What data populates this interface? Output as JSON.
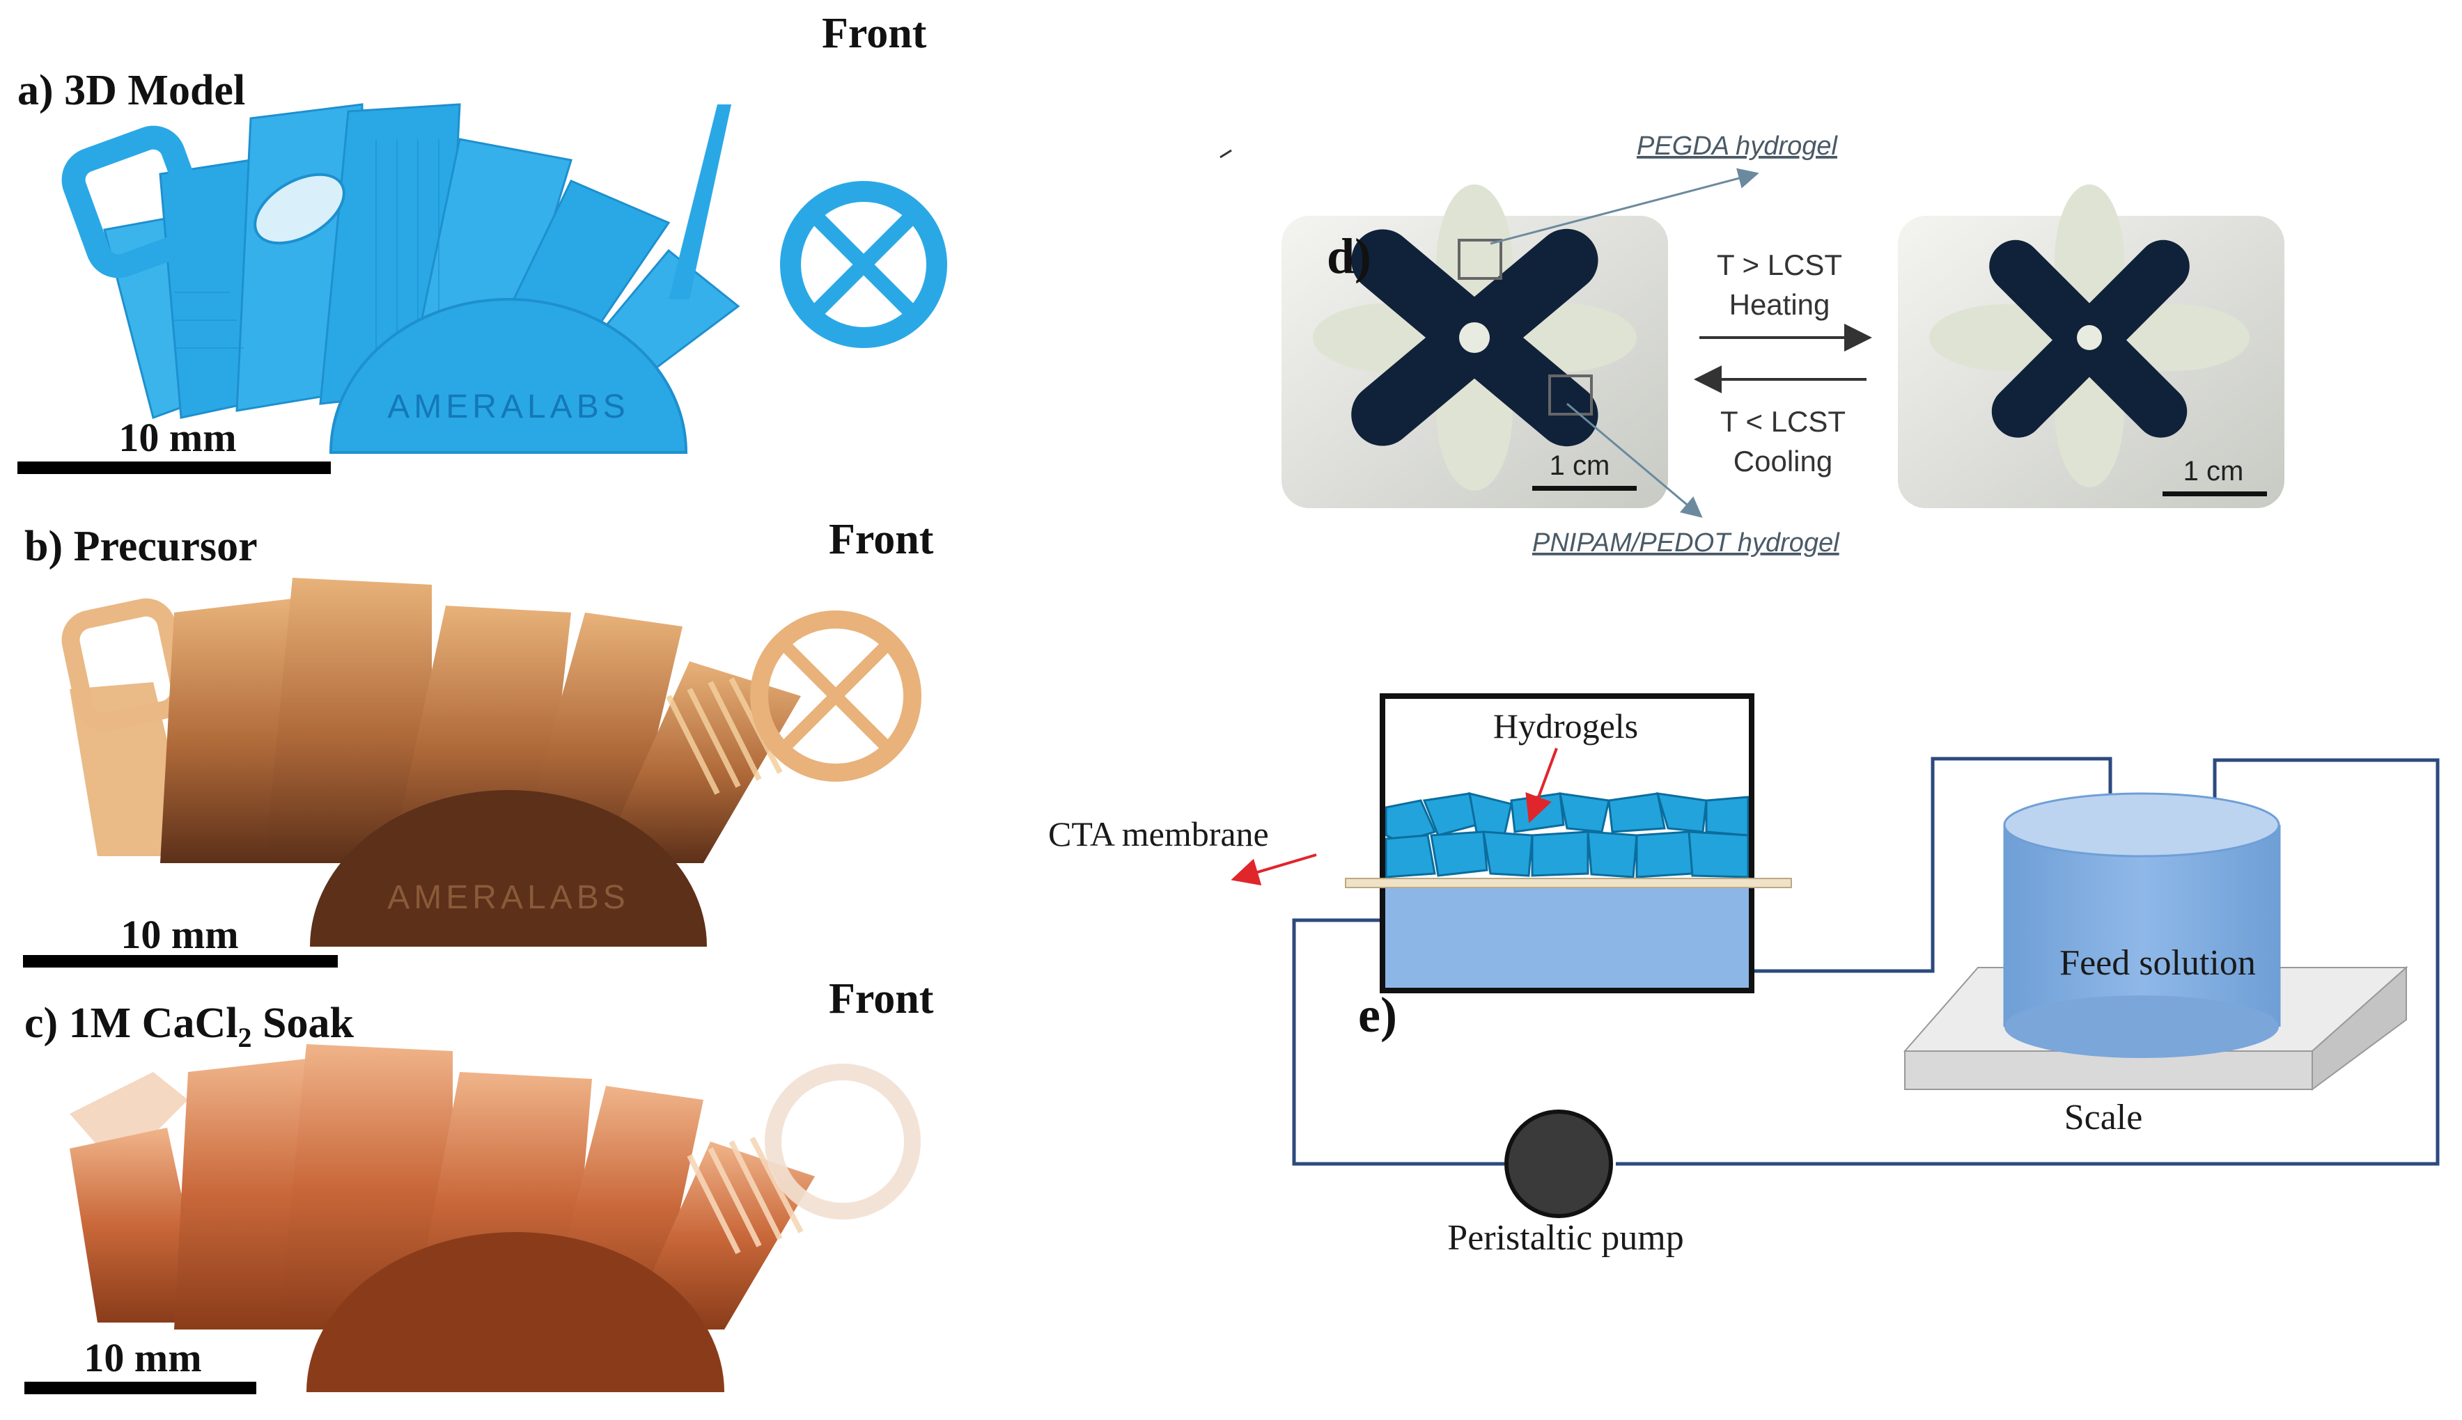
{
  "panel_a": {
    "label": "a) 3D Model",
    "front": "Front",
    "scale_bar": "10 mm",
    "brand": "AMERALABS",
    "colors": {
      "model": "#2aa8e6",
      "model_dark": "#1478b8"
    }
  },
  "panel_b": {
    "label": "b) Precursor",
    "front": "Front",
    "scale_bar": "10 mm",
    "brand": "AMERALABS",
    "colors": {
      "light": "#e8b27a",
      "dark": "#6b3a1e"
    }
  },
  "panel_c": {
    "label_prefix": "c) 1M CaCl",
    "label_subscript": "2",
    "label_suffix": " Soak",
    "front": "Front",
    "scale_bar": "10 mm",
    "colors": {
      "light": "#e9a06e",
      "dark": "#8a3c1a"
    }
  },
  "panel_d": {
    "label": "d)",
    "top_annotation": "PEGDA hydrogel",
    "bottom_annotation": "PNIPAM/PEDOT hydrogel",
    "heating_line1": "T > LCST",
    "heating_line2": "Heating",
    "cooling_line1": "T < LCST",
    "cooling_line2": "Cooling",
    "scale_left": "1 cm",
    "scale_right": "1 cm",
    "icons": [
      "x-shaped-hydrogel-actuator",
      "closed-flower-hydrogel-actuator"
    ]
  },
  "panel_e": {
    "label": "e)",
    "hydrogels": "Hydrogels",
    "membrane": "CTA membrane",
    "feed": "Feed solution",
    "scale": "Scale",
    "pump": "Peristaltic pump",
    "colors": {
      "tube": "#2c4a7e",
      "water": "#8cb6e6",
      "hydrogel": "#22a3dc",
      "arrow": "#e0262b",
      "pump": "#3a3a3a"
    }
  }
}
